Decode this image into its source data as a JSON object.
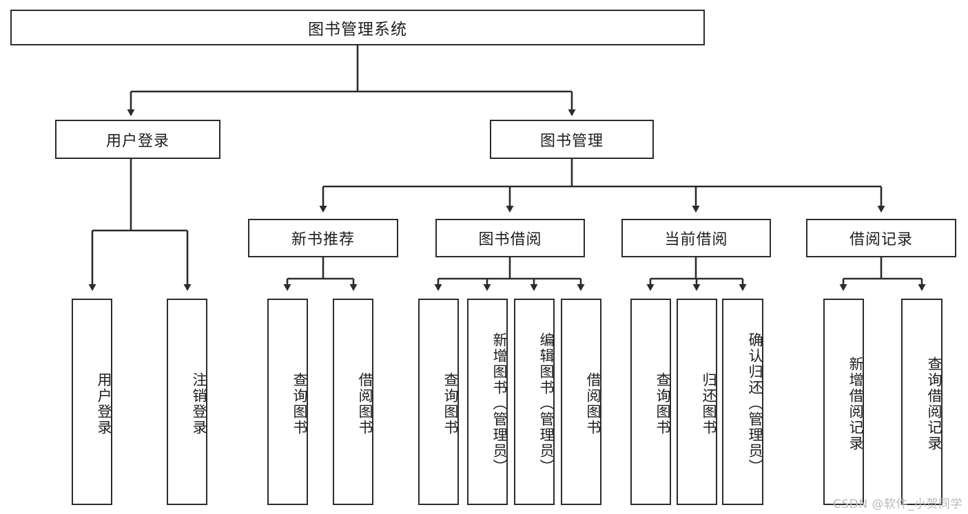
{
  "diagram": {
    "title": "图书管理系统",
    "type": "tree",
    "root": {
      "label": "图书管理系统"
    },
    "level2": [
      {
        "label": "用户登录"
      },
      {
        "label": "图书管理"
      }
    ],
    "level3": [
      {
        "label": "新书推荐"
      },
      {
        "label": "图书借阅"
      },
      {
        "label": "当前借阅"
      },
      {
        "label": "借阅记录"
      }
    ],
    "leaves": {
      "user_login": [
        {
          "label": "用户登录"
        },
        {
          "label": "注销登录"
        }
      ],
      "new_book": [
        {
          "label": "查询图书"
        },
        {
          "label": "借阅图书"
        }
      ],
      "book_borrow": [
        {
          "label": "查询图书"
        },
        {
          "label": "新增图书（管理员）"
        },
        {
          "label": "编辑图书（管理员）"
        },
        {
          "label": "借阅图书"
        }
      ],
      "current_borrow": [
        {
          "label": "查询图书"
        },
        {
          "label": "归还图书"
        },
        {
          "label": "确认归还（管理员）"
        }
      ],
      "borrow_record": [
        {
          "label": "新增借阅记录"
        },
        {
          "label": "查询借阅记录"
        }
      ]
    }
  },
  "watermark": {
    "text": "CSDN @软件_小贺同学"
  },
  "colors": {
    "stroke": "#2b2b2b",
    "fill": "#ffffff",
    "text": "#1d1d1d",
    "watermark": "#b9b9b9"
  }
}
